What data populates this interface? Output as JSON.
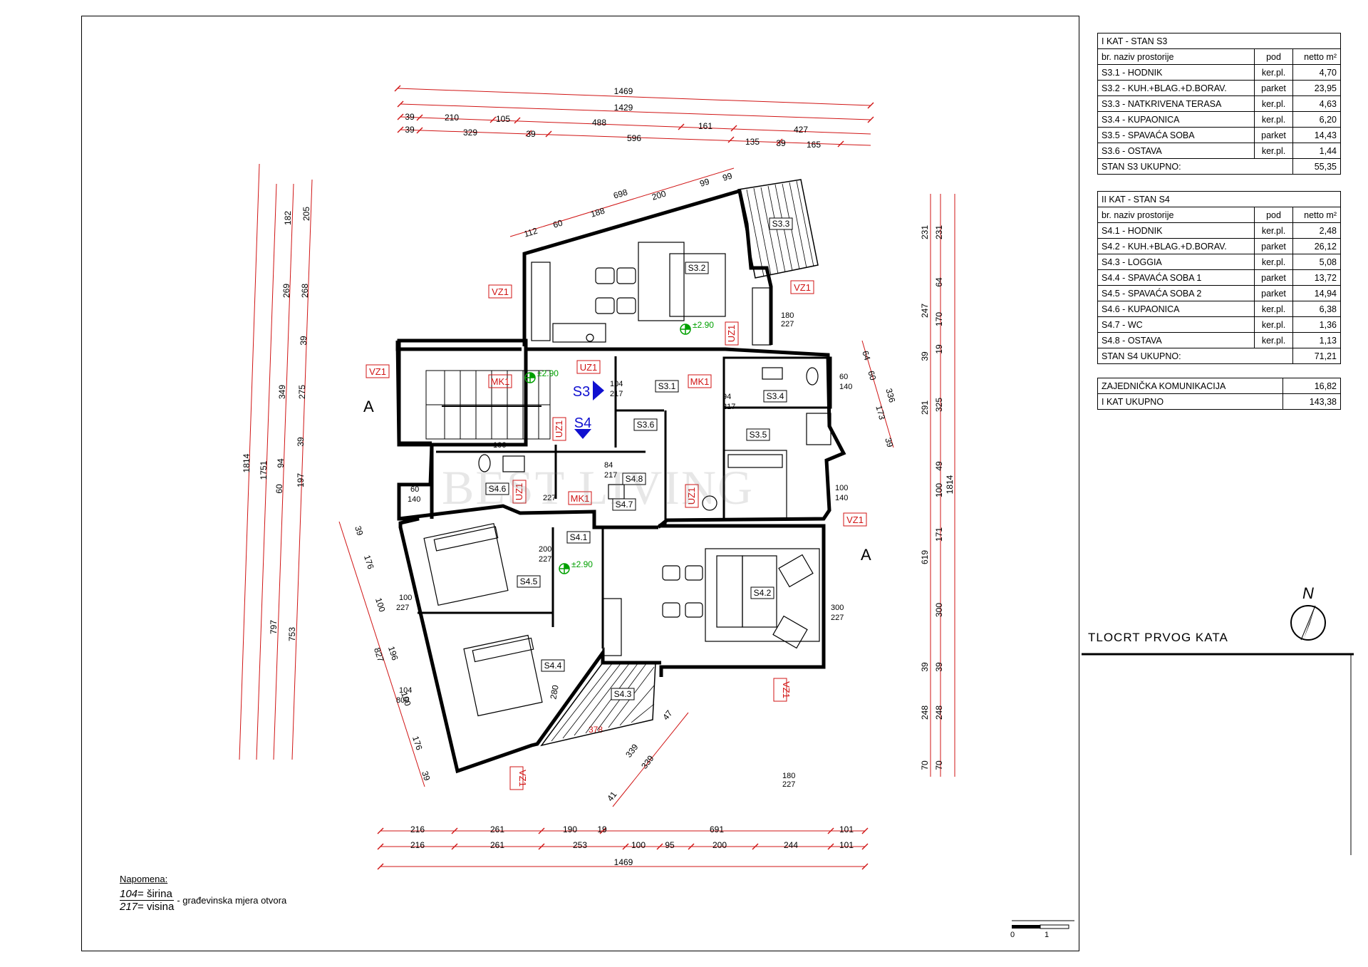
{
  "tables": {
    "s3": {
      "title": "I KAT - STAN S3",
      "head": {
        "name": "br.  naziv prostorije",
        "floor": "pod",
        "area": "netto m²"
      },
      "rows": [
        {
          "name": "S3.1 - HODNIK",
          "floor": "ker.pl.",
          "area": "4,70"
        },
        {
          "name": "S3.2 - KUH.+BLAG.+D.BORAV.",
          "floor": "parket",
          "area": "23,95"
        },
        {
          "name": "S3.3 - NATKRIVENA TERASA",
          "floor": "ker.pl.",
          "area": "4,63"
        },
        {
          "name": "S3.4 - KUPAONICA",
          "floor": "ker.pl.",
          "area": "6,20"
        },
        {
          "name": "S3.5 - SPAVAĆA SOBA",
          "floor": "parket",
          "area": "14,43"
        },
        {
          "name": "S3.6 - OSTAVA",
          "floor": "ker.pl.",
          "area": "1,44"
        }
      ],
      "total_label": "STAN S3  UKUPNO:",
      "total_value": "55,35"
    },
    "s4": {
      "title": "II KAT - STAN S4",
      "head": {
        "name": "br.  naziv prostorije",
        "floor": "pod",
        "area": "netto m²"
      },
      "rows": [
        {
          "name": "S4.1 - HODNIK",
          "floor": "ker.pl.",
          "area": "2,48"
        },
        {
          "name": "S4.2 - KUH.+BLAG.+D.BORAV.",
          "floor": "parket",
          "area": "26,12"
        },
        {
          "name": "S4.3 - LOGGIA",
          "floor": "ker.pl.",
          "area": "5,08"
        },
        {
          "name": "S4.4 - SPAVAĆA SOBA 1",
          "floor": "parket",
          "area": "13,72"
        },
        {
          "name": "S4.5 - SPAVAĆA SOBA 2",
          "floor": "parket",
          "area": "14,94"
        },
        {
          "name": "S4.6 - KUPAONICA",
          "floor": "ker.pl.",
          "area": "6,38"
        },
        {
          "name": "S4.7 - WC",
          "floor": "ker.pl.",
          "area": "1,36"
        },
        {
          "name": "S4.8 - OSTAVA",
          "floor": "ker.pl.",
          "area": "1,13"
        }
      ],
      "total_label": "STAN S4  UKUPNO:",
      "total_value": "71,21"
    },
    "common": {
      "label": "ZAJEDNIČKA KOMUNIKACIJA",
      "value": "16,82"
    },
    "floor_total": {
      "label": "I KAT  UKUPNO",
      "value": "143,38"
    }
  },
  "title": "TLOCRT PRVOG KATA",
  "north": "N",
  "note": {
    "heading": "Napomena:",
    "width_value": "104",
    "width_label": "= širina",
    "height_value": "217",
    "height_label": "= visina",
    "desc": "- građevinska mjera otvora"
  },
  "scale": {
    "min": "0",
    "max": "1"
  },
  "watermark": "BEST LIVING",
  "section": {
    "left": "A",
    "right": "A"
  },
  "units": {
    "s3": "S3",
    "s4": "S4"
  },
  "level": "±2.90",
  "tags": {
    "vz1": "VZ1",
    "uz1": "UZ1",
    "mk1": "MK1"
  },
  "rooms": [
    "S3.1",
    "S3.2",
    "S3.3",
    "S3.4",
    "S3.5",
    "S3.6",
    "S4.1",
    "S4.2",
    "S4.3",
    "S4.4",
    "S4.5",
    "S4.6",
    "S4.7",
    "S4.8"
  ],
  "dims": {
    "top1": "1469",
    "top2": "1429",
    "top3": [
      "39",
      "210",
      "105",
      "488",
      "161",
      "427"
    ],
    "top4": [
      "39",
      "329",
      "39",
      "596",
      "135",
      "39",
      "165"
    ],
    "bottom1": [
      "216",
      "261",
      "190",
      "19",
      "691",
      "101"
    ],
    "bottom2": [
      "216",
      "261",
      "253",
      "100",
      "95",
      "200",
      "244",
      "101"
    ],
    "bottom3": "1469",
    "left_outer": "1814",
    "left2": "1751",
    "left3": [
      "182",
      "269",
      "349",
      "60",
      "94",
      "797"
    ],
    "left4": [
      "205",
      "268",
      "39",
      "275",
      "39",
      "197",
      "753"
    ],
    "right_outer": "1814",
    "right1": [
      "231",
      "247",
      "39",
      "291",
      "619",
      "39",
      "248",
      "70"
    ],
    "right2": [
      "231",
      "64",
      "170",
      "19",
      "325",
      "49",
      "100",
      "171",
      "300",
      "39",
      "248",
      "70"
    ],
    "diag_top": [
      "698",
      "112",
      "60",
      "188",
      "200",
      "99",
      "99"
    ],
    "diag_lower_left": [
      "39",
      "176",
      "100",
      "196",
      "100",
      "176",
      "39",
      "827"
    ],
    "diag_right": [
      "64",
      "60",
      "336",
      "173",
      "39"
    ],
    "diag_bottom": [
      "280",
      "339",
      "47",
      "41",
      "378"
    ],
    "openings": [
      "104",
      "217",
      "100",
      "140",
      "60",
      "140",
      "180",
      "227",
      "84",
      "217",
      "94",
      "217",
      "100",
      "227",
      "300",
      "227",
      "200",
      "227",
      "104",
      "800",
      "180",
      "227",
      "106",
      "227",
      "60",
      "140"
    ]
  }
}
